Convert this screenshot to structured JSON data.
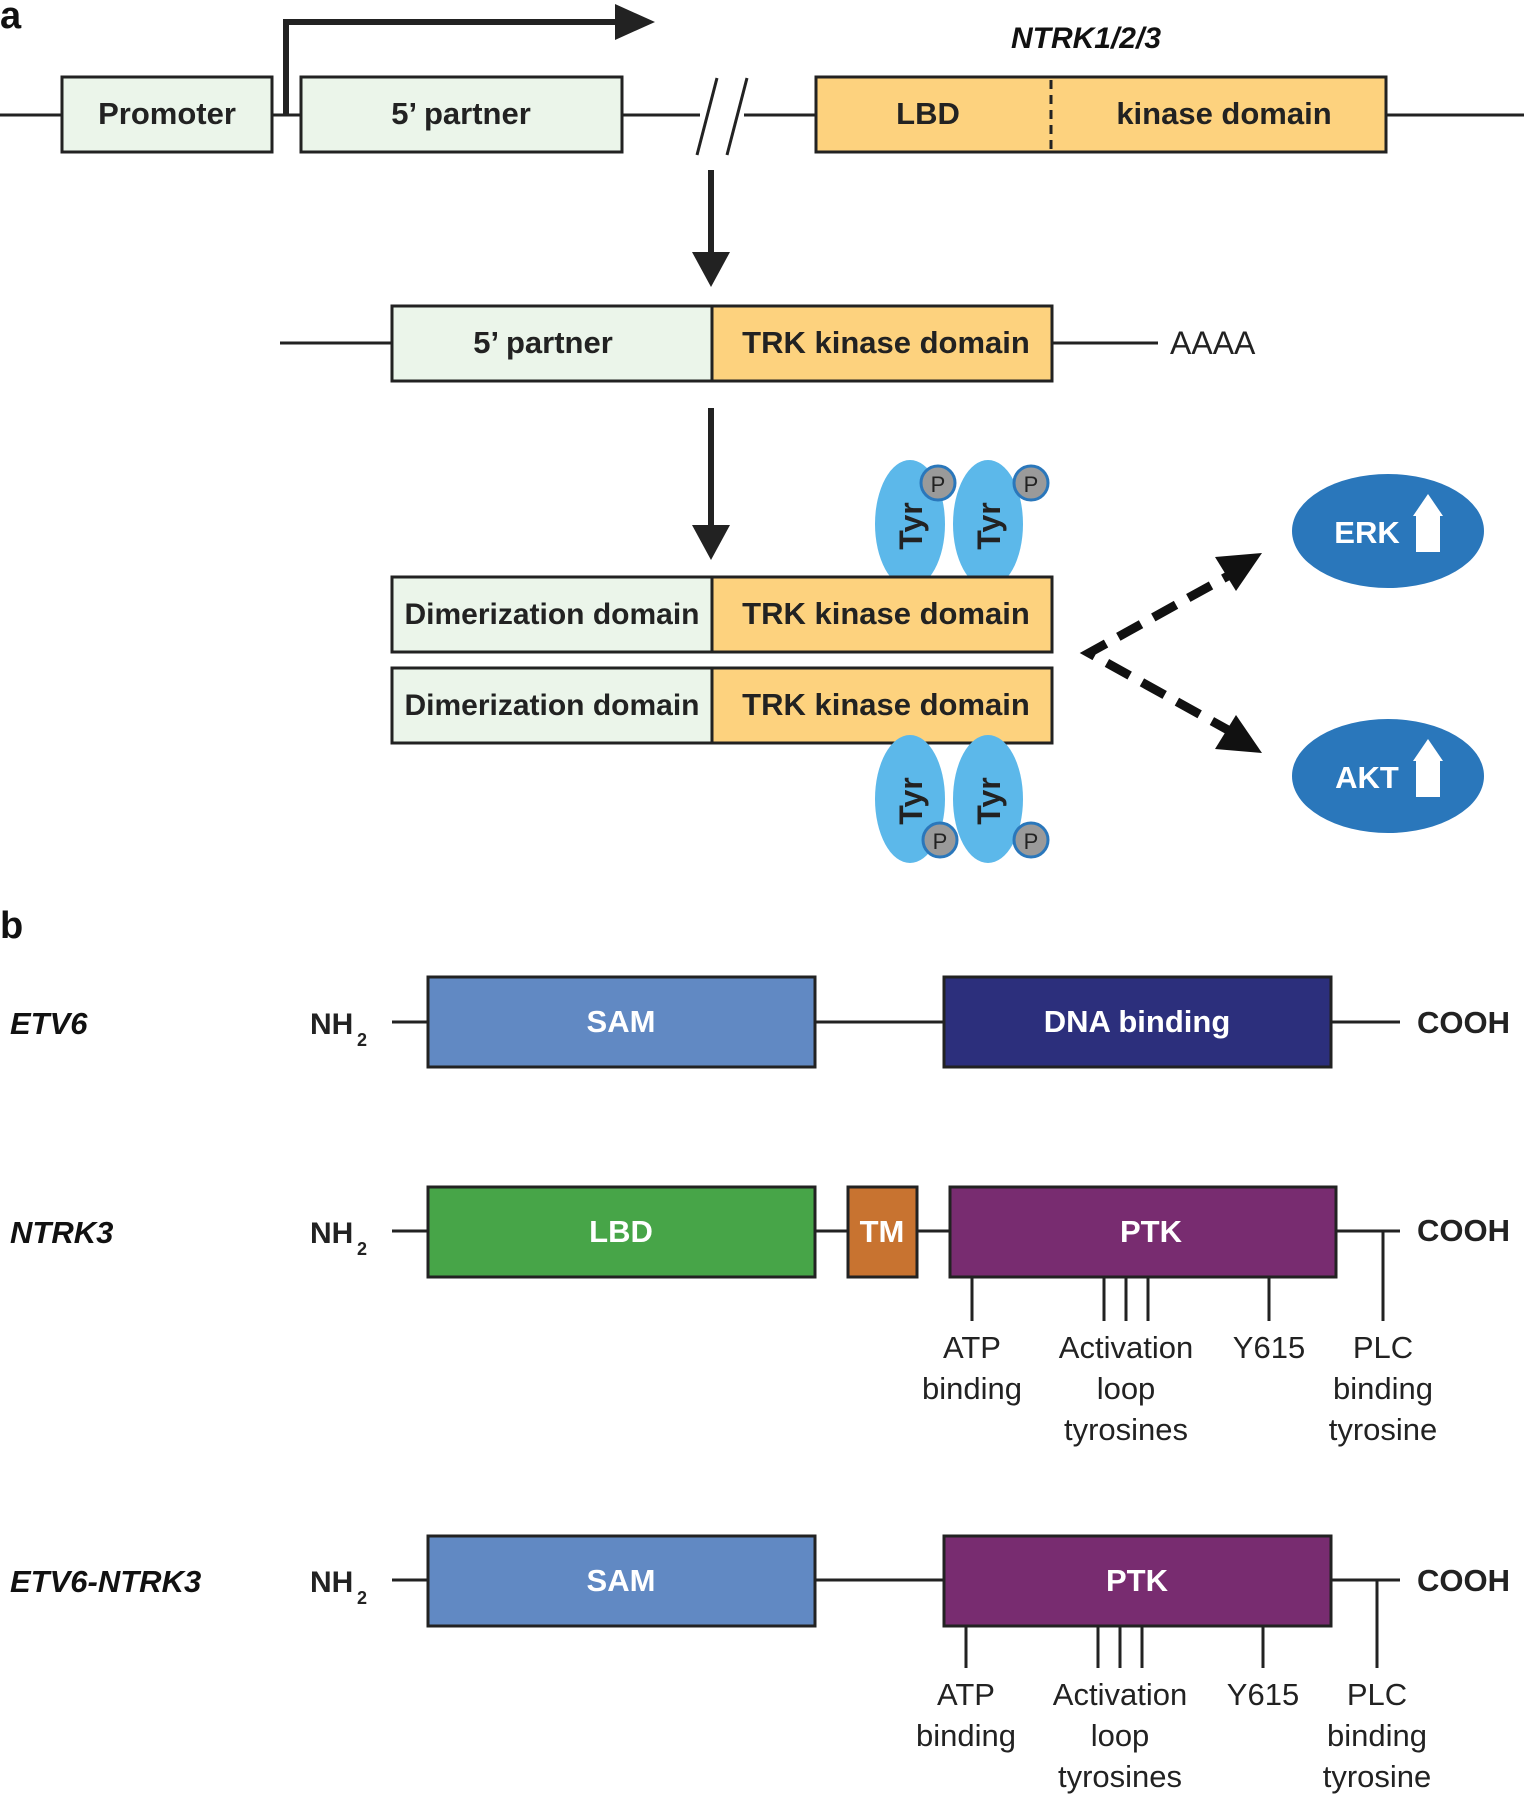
{
  "panel_a": {
    "letter": "a",
    "gene_label": "NTRK1/2/3",
    "promoter": "Promoter",
    "partner_top": "5’ partner",
    "lbd": "LBD",
    "kinase_domain": "kinase domain",
    "partner_mid": "5’ partner",
    "trk_mid": "TRK kinase domain",
    "polyA": "AAAA",
    "dim1": "Dimerization domain",
    "trk1": "TRK kinase domain",
    "dim2": "Dimerization domain",
    "trk2": "TRK kinase domain",
    "tyr": "Tyr",
    "p": "P",
    "erk": "ERK",
    "akt": "AKT"
  },
  "panel_b": {
    "letter": "b",
    "nh2": "NH",
    "nh2_sub": "2",
    "cooh": "COOH",
    "rows": [
      {
        "name": "ETV6",
        "domain1": "SAM",
        "domain2": "DNA binding"
      },
      {
        "name": "NTRK3",
        "domain1": "LBD",
        "tm": "TM",
        "domain2": "PTK"
      },
      {
        "name": "ETV6-NTRK3",
        "domain1": "SAM",
        "domain2": "PTK"
      }
    ],
    "sites": {
      "atp": [
        "ATP",
        "binding"
      ],
      "activation": [
        "Activation",
        "loop",
        "tyrosines"
      ],
      "y615": "Y615",
      "plc": [
        "PLC",
        "binding",
        "tyrosine"
      ]
    }
  },
  "colors": {
    "pale_green": "#ebf5ea",
    "gold": "#fdd27e",
    "light_blue_tyr": "#5cb8ea",
    "phospho_grey": "#9a9a9a",
    "pathway_blue": "#2a77bb",
    "sam_blue": "#6189c3",
    "dna_navy": "#2c2f7c",
    "lbd_green": "#47a548",
    "tm_orange": "#c87330",
    "ptk_purple": "#782c70"
  }
}
